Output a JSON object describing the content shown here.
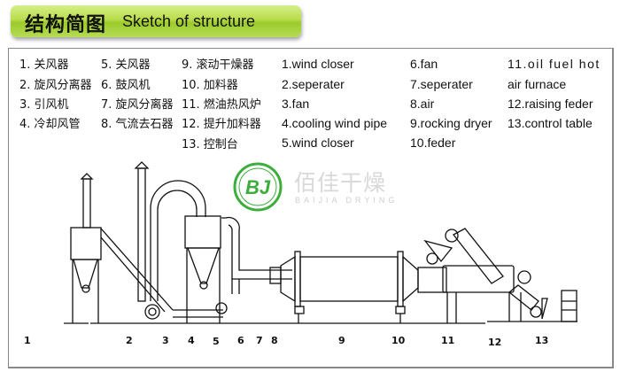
{
  "header": {
    "title_cn": "结构简图",
    "title_en": "Sketch of structure",
    "banner_color": "#a8d23a"
  },
  "legend_cn": [
    "1. 关风器",
    "2. 旋风分离器",
    "3. 引风机",
    "4. 冷却风管",
    "5. 关风器",
    "6. 鼓风机",
    "7. 旋风分离器",
    "8. 气流去石器",
    "9. 滚动干燥器",
    "10. 加料器",
    "11. 燃油热风炉",
    "12. 提升加料器",
    "13. 控制台"
  ],
  "legend_en": [
    "1.wind closer",
    "2.seperater",
    "3.fan",
    "4.cooling wind pipe",
    "5.wind closer",
    "6.fan",
    "7.seperater",
    "8.air",
    "9.rocking dryer",
    "10.feder",
    "11.oil fuel hot",
    "air furnace",
    "12.raising feder",
    "13.control table"
  ],
  "watermark": {
    "logo_text": "BJ",
    "name_cn": "佰佳干燥",
    "name_en": "BAIJIA DRYING",
    "color": "#3cae3c"
  },
  "diagram_labels": [
    "1",
    "2",
    "3",
    "4",
    "5",
    "6",
    "7",
    "8",
    "9",
    "10",
    "11",
    "12",
    "13"
  ]
}
